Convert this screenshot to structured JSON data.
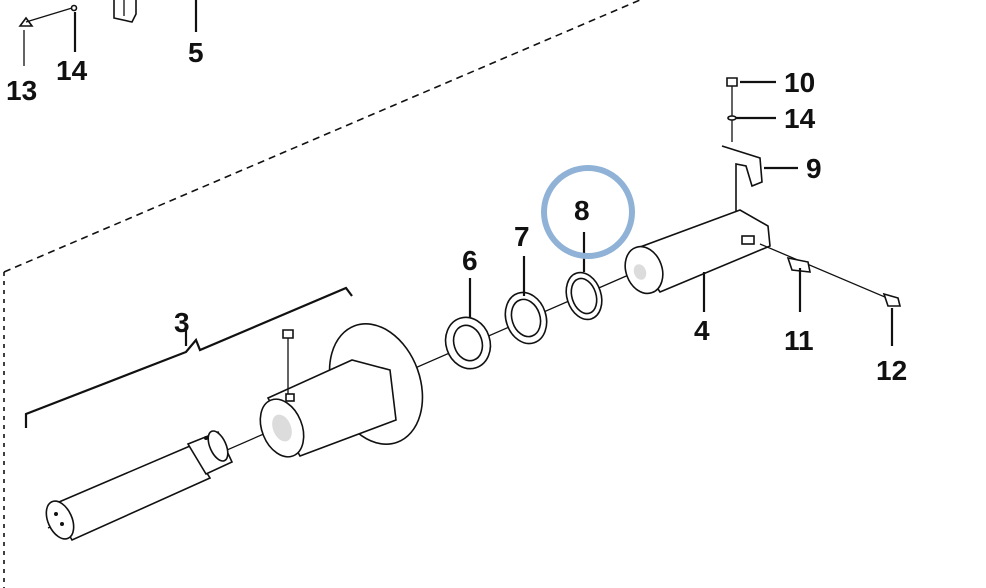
{
  "diagram": {
    "highlight_color": "#8fb2d6",
    "highlighted_callout": "8",
    "callouts": {
      "c13": "13",
      "c14_top": "14",
      "c5": "5",
      "c10": "10",
      "c14_right": "14",
      "c9": "9",
      "c8": "8",
      "c7": "7",
      "c6": "6",
      "c3": "3",
      "c4": "4",
      "c11": "11",
      "c12": "12"
    }
  }
}
